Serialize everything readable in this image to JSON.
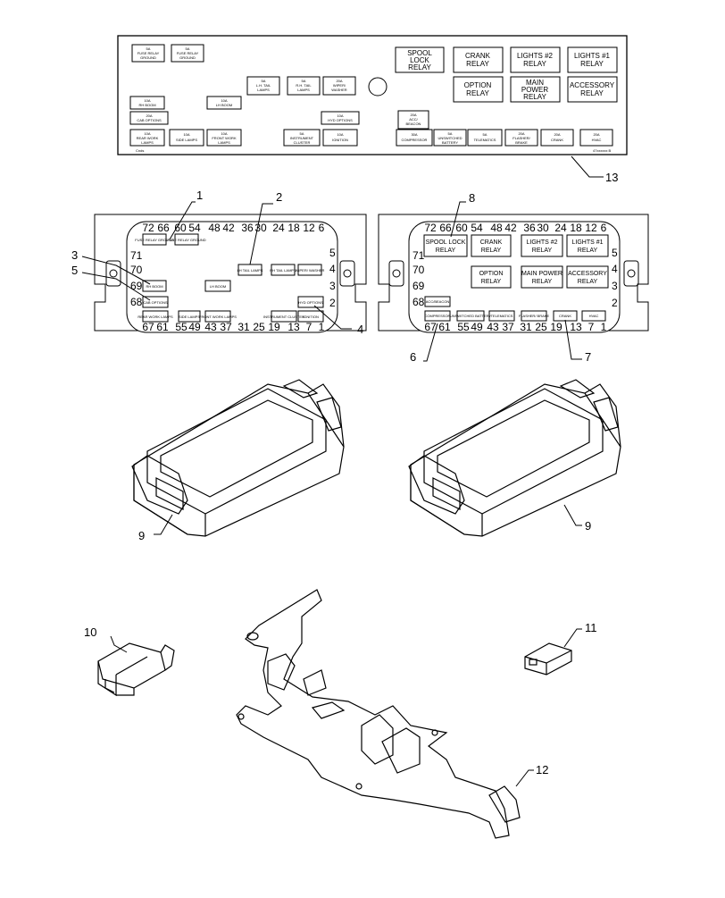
{
  "decal": {
    "fuses_top": [
      {
        "amp": "5A",
        "name": "FUSE RELAY",
        "sub": "GROUND"
      },
      {
        "amp": "5A",
        "name": "FUSE RELAY",
        "sub": "GROUND"
      }
    ],
    "fuses_mid": [
      {
        "amp": "5A",
        "name": "L.H. TAIL",
        "sub": "LAMPS"
      },
      {
        "amp": "5A",
        "name": "R.H. TAIL",
        "sub": "LAMPS"
      },
      {
        "amp": "20A",
        "name": "WIPER/",
        "sub": "WASHER"
      }
    ],
    "rh_boom": {
      "amp": "10A",
      "name": "RH BOOM"
    },
    "lh_boom": {
      "amp": "10A",
      "name": "LH BOOM"
    },
    "cab_options": {
      "amp": "20A",
      "name": "CAB OPTIONS"
    },
    "hyd_options": {
      "amp": "10A",
      "name": "HYD OPTIONS"
    },
    "acc_beacon": {
      "amp": "20A",
      "name": "ACC/",
      "sub": "BEACON"
    },
    "fuses_bottom": [
      {
        "amp": "10A",
        "name": "REAR WORK",
        "sub": "LAMPS"
      },
      {
        "amp": "10A",
        "name": "SIDE LAMPS",
        "sub": ""
      },
      {
        "amp": "10A",
        "name": "FRONT WORK",
        "sub": "LAMPS"
      },
      {
        "amp": "5A",
        "name": "INSTRUMENT",
        "sub": "CLUSTER"
      },
      {
        "amp": "10A",
        "name": "IGNITION",
        "sub": ""
      },
      {
        "amp": "30A",
        "name": "COMPRESSOR",
        "sub": ""
      },
      {
        "amp": "5A",
        "name": "UNSWITCHED",
        "sub": "BATTERY"
      },
      {
        "amp": "5A",
        "name": "TELEMATICS",
        "sub": ""
      },
      {
        "amp": "20A",
        "name": "FLASHER/",
        "sub": "BRAKE"
      },
      {
        "amp": "20A",
        "name": "CRANK",
        "sub": ""
      },
      {
        "amp": "20A",
        "name": "HVAC",
        "sub": ""
      }
    ],
    "relays": [
      {
        "l1": "SPOOL",
        "l2": "LOCK",
        "l3": "RELAY"
      },
      {
        "l1": "CRANK",
        "l2": "RELAY",
        "l3": ""
      },
      {
        "l1": "LIGHTS #2",
        "l2": "RELAY",
        "l3": ""
      },
      {
        "l1": "LIGHTS #1",
        "l2": "RELAY",
        "l3": ""
      },
      {
        "l1": "OPTION",
        "l2": "RELAY",
        "l3": ""
      },
      {
        "l1": "MAIN",
        "l2": "POWER",
        "l3": "RELAY"
      },
      {
        "l1": "ACCESSORY",
        "l2": "RELAY",
        "l3": ""
      }
    ],
    "corner_left": "Cnds",
    "corner_right": "47xxxxxx B"
  },
  "left_map": {
    "top_numbers": [
      "72",
      "66",
      "60",
      "54",
      "48",
      "42",
      "36",
      "30",
      "24",
      "18",
      "12",
      "6"
    ],
    "bottom_numbers": [
      "67",
      "61",
      "55",
      "49",
      "43",
      "37",
      "31",
      "25",
      "19",
      "13",
      "7",
      "1"
    ],
    "left_numbers": [
      "71",
      "70",
      "69",
      "68"
    ],
    "right_numbers": [
      "5",
      "4",
      "3",
      "2"
    ],
    "labels": {
      "fuse_relay_a": "FUSE RELAY GROUND",
      "fuse_relay_b": "FUSE RELAY GROUND",
      "lh_tail": "LH TAIL LAMPS",
      "rh_tail": "RH TAIL LAMPS",
      "wiper": "WIPER/ WASHER",
      "rh_boom": "RH BOOM",
      "lh_boom": "LH BOOM",
      "cab_options": "CAB OPTIONS",
      "hyd_options": "HYD OPTIONS",
      "rear_work": "REAR WORK LAMPS",
      "side": "SIDE LAMPS",
      "front_work": "FRONT WORK LAMPS",
      "instrument": "INSTRUMENT CLUSTER",
      "ignition": "IGNITION"
    }
  },
  "right_map": {
    "top_numbers": [
      "72",
      "66",
      "60",
      "54",
      "48",
      "42",
      "36",
      "30",
      "24",
      "18",
      "12",
      "6"
    ],
    "bottom_numbers": [
      "67",
      "61",
      "55",
      "49",
      "43",
      "37",
      "31",
      "25",
      "19",
      "13",
      "7",
      "1"
    ],
    "left_numbers": [
      "71",
      "70",
      "69",
      "68"
    ],
    "right_numbers": [
      "5",
      "4",
      "3",
      "2"
    ],
    "relays": [
      {
        "l1": "SPOOL LOCK",
        "l2": "RELAY"
      },
      {
        "l1": "CRANK",
        "l2": "RELAY"
      },
      {
        "l1": "LIGHTS #2",
        "l2": "RELAY"
      },
      {
        "l1": "LIGHTS #1",
        "l2": "RELAY"
      },
      {
        "l1": "OPTION",
        "l2": "RELAY"
      },
      {
        "l1": "MAIN POWER",
        "l2": "RELAY"
      },
      {
        "l1": "ACCESSORY",
        "l2": "RELAY"
      }
    ],
    "fuses": {
      "acc": "ACC/BEACON",
      "compressor": "COMPRESSOR",
      "unswitched": "UNSWITCHED BATTERY",
      "telematics": "TELEMATICS",
      "flasher": "FLASHER/ BRAKE",
      "crank": "CRANK",
      "hvac": "HVAC"
    }
  },
  "callouts": [
    "1",
    "2",
    "3",
    "4",
    "5",
    "6",
    "7",
    "8",
    "9",
    "9",
    "10",
    "11",
    "12",
    "13"
  ]
}
